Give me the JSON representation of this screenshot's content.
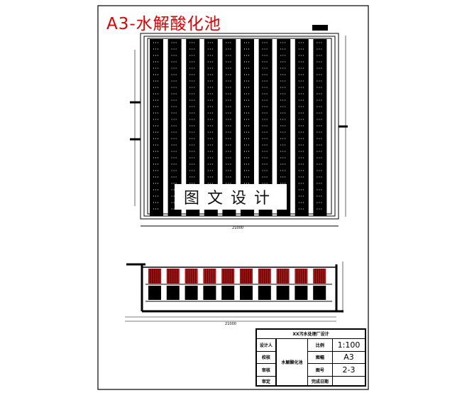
{
  "drawing_title": "A3-水解酸化池",
  "watermark": "图文设计",
  "plan_view": {
    "strip_count": 10,
    "overall_dimension": "21000"
  },
  "section_view": {
    "bay_count": 10,
    "overall_dimension": "21000",
    "colors": {
      "media": "#b01010",
      "fill": "#000000"
    }
  },
  "title_block": {
    "header": "XX污水处理厂设计",
    "rows": [
      {
        "label": "设计人",
        "right_label": "比例",
        "right_value": "1:100"
      },
      {
        "label": "校核",
        "right_label": "图幅",
        "right_value": "A3"
      },
      {
        "label": "审核",
        "right_label": "图号",
        "right_value": "2-3"
      },
      {
        "label": "审定",
        "right_label": "完成日期",
        "right_value": ""
      }
    ],
    "drawing_name": "水解酸化池"
  },
  "colors": {
    "title": "#e00000",
    "line": "#000000"
  }
}
